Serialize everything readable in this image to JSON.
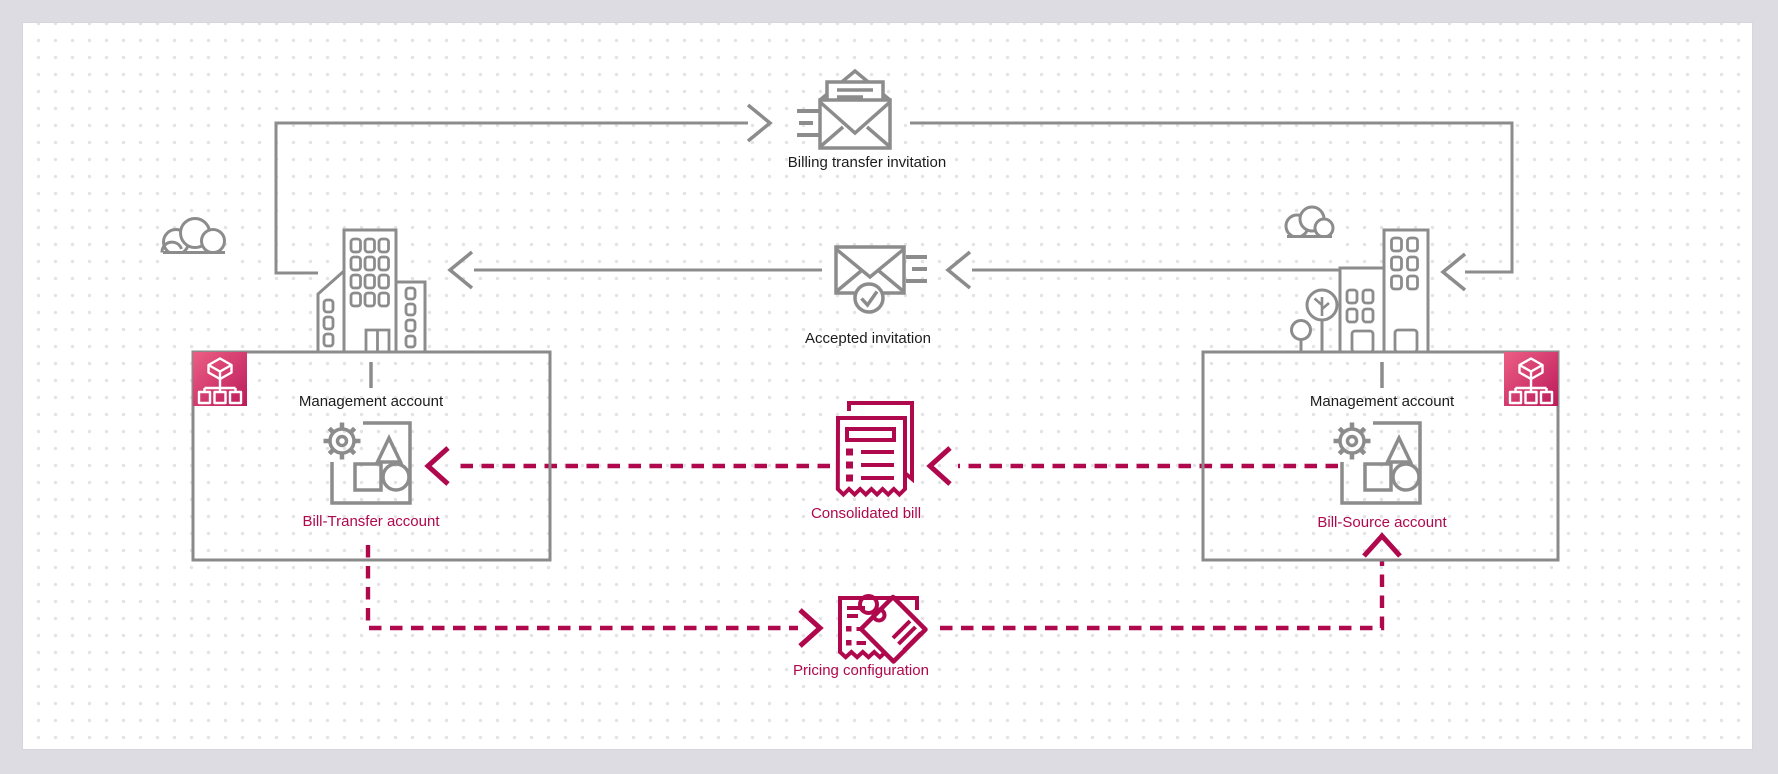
{
  "canvas": {
    "margin_color": "#dcdce2",
    "panel_color": "#ffffff",
    "dot_grid_color": "#e3e3e7"
  },
  "palette": {
    "gray_line": "#8C8C8C",
    "pink_accent": "#B0084D",
    "badge_gradient_start": "#EC5E84",
    "badge_gradient_end": "#BB1B5B",
    "text_dark": "#1C1C1C"
  },
  "flows": {
    "billing_transfer_invitation": {
      "label": "Billing transfer invitation",
      "icon": "sent-invitation-envelope-icon",
      "line_style": "solid-gray-arrow"
    },
    "accepted_invitation": {
      "label": "Accepted invitation",
      "icon": "envelope-check-icon",
      "line_style": "solid-gray-arrow"
    },
    "consolidated_bill": {
      "label": "Consolidated bill",
      "icon": "bill-receipt-icon",
      "line_style": "dashed-pink-arrow"
    },
    "pricing_configuration": {
      "label": "Pricing configuration",
      "icon": "price-tag-receipt-icon",
      "line_style": "dashed-pink-arrow"
    }
  },
  "organizations": {
    "left": {
      "management_label": "Management account",
      "account_label": "Bill-Transfer account",
      "badge_icon": "aws-organizations-icon",
      "building_icon": "office-building-icon",
      "account_icon": "account-shapes-icon",
      "scenery_icon": "cloud-icon"
    },
    "right": {
      "management_label": "Management account",
      "account_label": "Bill-Source account",
      "badge_icon": "aws-organizations-icon",
      "building_icon": "office-building-icon",
      "account_icon": "account-shapes-icon",
      "scenery_icon": "cloud-icon"
    }
  }
}
